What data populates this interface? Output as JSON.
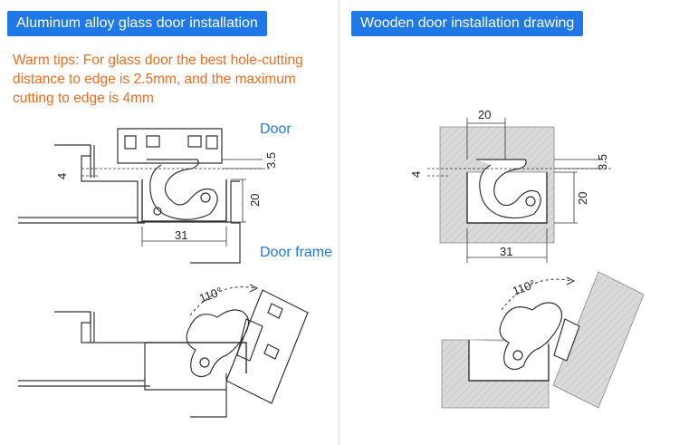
{
  "left_panel": {
    "title": "Aluminum alloy glass door installation",
    "tips": "Warm tips: For glass door the best hole-cutting distance to edge is 2.5mm, and the maximum cutting to edge is 4mm",
    "door_label": "Door",
    "frame_label": "Door frame",
    "dims": {
      "d4": "4",
      "d35": "3.5",
      "d20": "20",
      "d31": "31",
      "angle": "110°"
    }
  },
  "right_panel": {
    "title": "Wooden door installation drawing",
    "dims": {
      "d20_top": "20",
      "d4": "4",
      "d35": "3.5",
      "d20": "20",
      "d31": "31",
      "angle": "110°"
    }
  },
  "colors": {
    "accent": "#1f78e6",
    "tips": "#f26b1d",
    "hatch": "#d9d9d9"
  }
}
